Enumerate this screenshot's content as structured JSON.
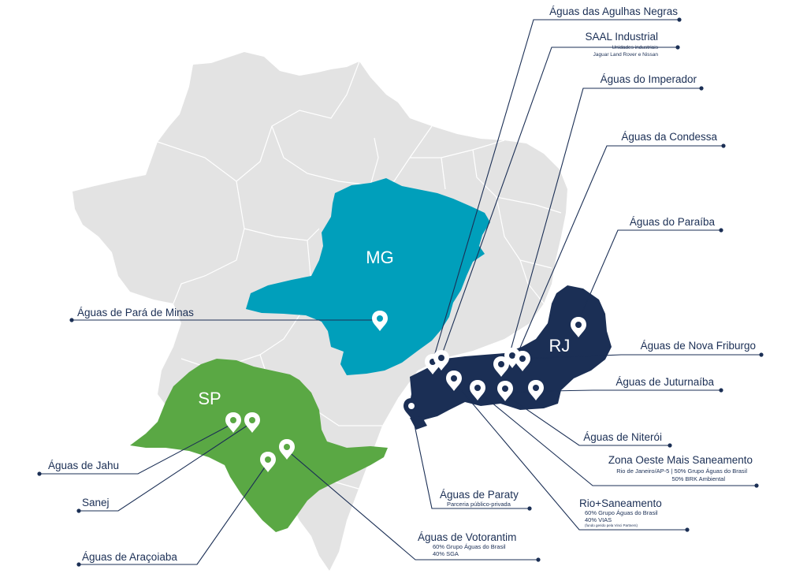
{
  "map": {
    "states": {
      "mg": "MG",
      "sp": "SP",
      "rj": "RJ"
    },
    "colors": {
      "brazil": "#e3e3e3",
      "brazil_border": "#ffffff",
      "mg": "#009fbb",
      "sp": "#5aa844",
      "rj": "#1b2f55",
      "text": "#1b2f55"
    }
  },
  "labels": {
    "agulhas": "Águas das Agulhas Negras",
    "saal": "SAAL Industrial",
    "saal_sub1": "Unidades industriais",
    "saal_sub2": "Jaguar Land Rover e Nissan",
    "imperador": "Águas do Imperador",
    "condessa": "Águas da Condessa",
    "paraiba": "Águas do Paraíba",
    "para_minas": "Águas de Pará de Minas",
    "nova_friburgo": "Águas de Nova Friburgo",
    "juturnaiba": "Águas de Juturnaíba",
    "niteroi": "Águas de Niterói",
    "zona_oeste": "Zona Oeste Mais Saneamento",
    "zona_oeste_sub1": "Rio de Janeiro/AP-5 | 50% Grupo Águas do Brasil",
    "zona_oeste_sub2": "50% BRK Ambiental",
    "paraty": "Águas de Paraty",
    "paraty_sub": "Parceria público-privada",
    "rio_san": "Rio+Saneamento",
    "rio_san_sub1": "60% Grupo Águas do Brasil",
    "rio_san_sub2": "40% VIAS",
    "rio_san_sub3": "(fundo gerido pela Vinci Partners)",
    "votorantim": "Águas de Votorantim",
    "votorantim_sub1": "60% Grupo Águas do Brasil",
    "votorantim_sub2": "40% SGA",
    "jahu": "Águas de Jahu",
    "sanej": "Sanej",
    "aracoiaba": "Águas de Araçoiaba"
  }
}
